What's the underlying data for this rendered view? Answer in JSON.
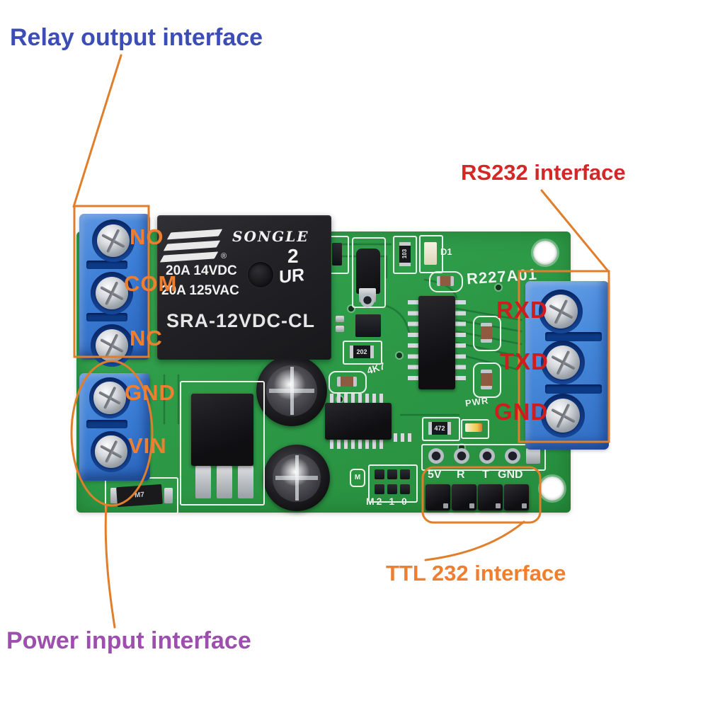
{
  "titles": {
    "relay_output": "Relay output interface",
    "rs232": "RS232 interface",
    "ttl232": "TTL 232 interface",
    "power_input": "Power input interface"
  },
  "pin_labels": {
    "relay_out": [
      "NO",
      "COM",
      "NC"
    ],
    "power_in": [
      "GND",
      "VIN"
    ],
    "rs232": [
      "RXD",
      "TXD",
      "GND"
    ]
  },
  "relay": {
    "brand": "SONGLE",
    "reg_mark": "®",
    "rating_line1": "20A 14VDC",
    "rating_line2": "20A 125VAC",
    "model": "SRA-12VDC-CL",
    "type_number": "2",
    "cert_mark": "UR"
  },
  "silkscreen": {
    "board_id": "R227A01",
    "led_d1": "D1",
    "led_pwr": "PWR",
    "res_4k7": "4K7",
    "smd_103": "103",
    "smd_202": "202",
    "smd_472": "472",
    "diode_m7": "M7",
    "jumper_label": "M2 1 0",
    "marking_m": "M",
    "ttl_pins": [
      "5V",
      "R",
      "T",
      "GND"
    ]
  },
  "colors": {
    "relay_output_title": "#3c4eb6",
    "rs232_title": "#d42727",
    "ttl232_title": "#ee7e30",
    "power_input_title": "#9d4fae",
    "annotation_outline": "#e07e2c",
    "pin_label_orange": "#ee7e30",
    "pin_label_red": "#cf1d1d",
    "pcb_green": "#2d9a47",
    "terminal_blue": "#3b7ed6"
  }
}
